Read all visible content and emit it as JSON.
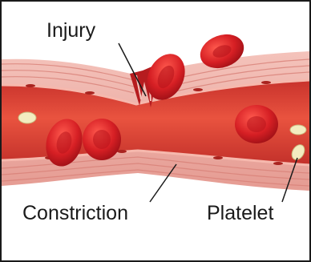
{
  "labels": {
    "injury": "Injury",
    "constriction": "Constriction",
    "platelet": "Platelet"
  },
  "colors": {
    "vessel_outer": "#eaa7a0",
    "vessel_lumen": "#e0463a",
    "blood_cell": "#d61f24",
    "blood_cell_center": "#b8141b",
    "platelet": "#f3ecc0",
    "label_text": "#1a1a1a"
  }
}
